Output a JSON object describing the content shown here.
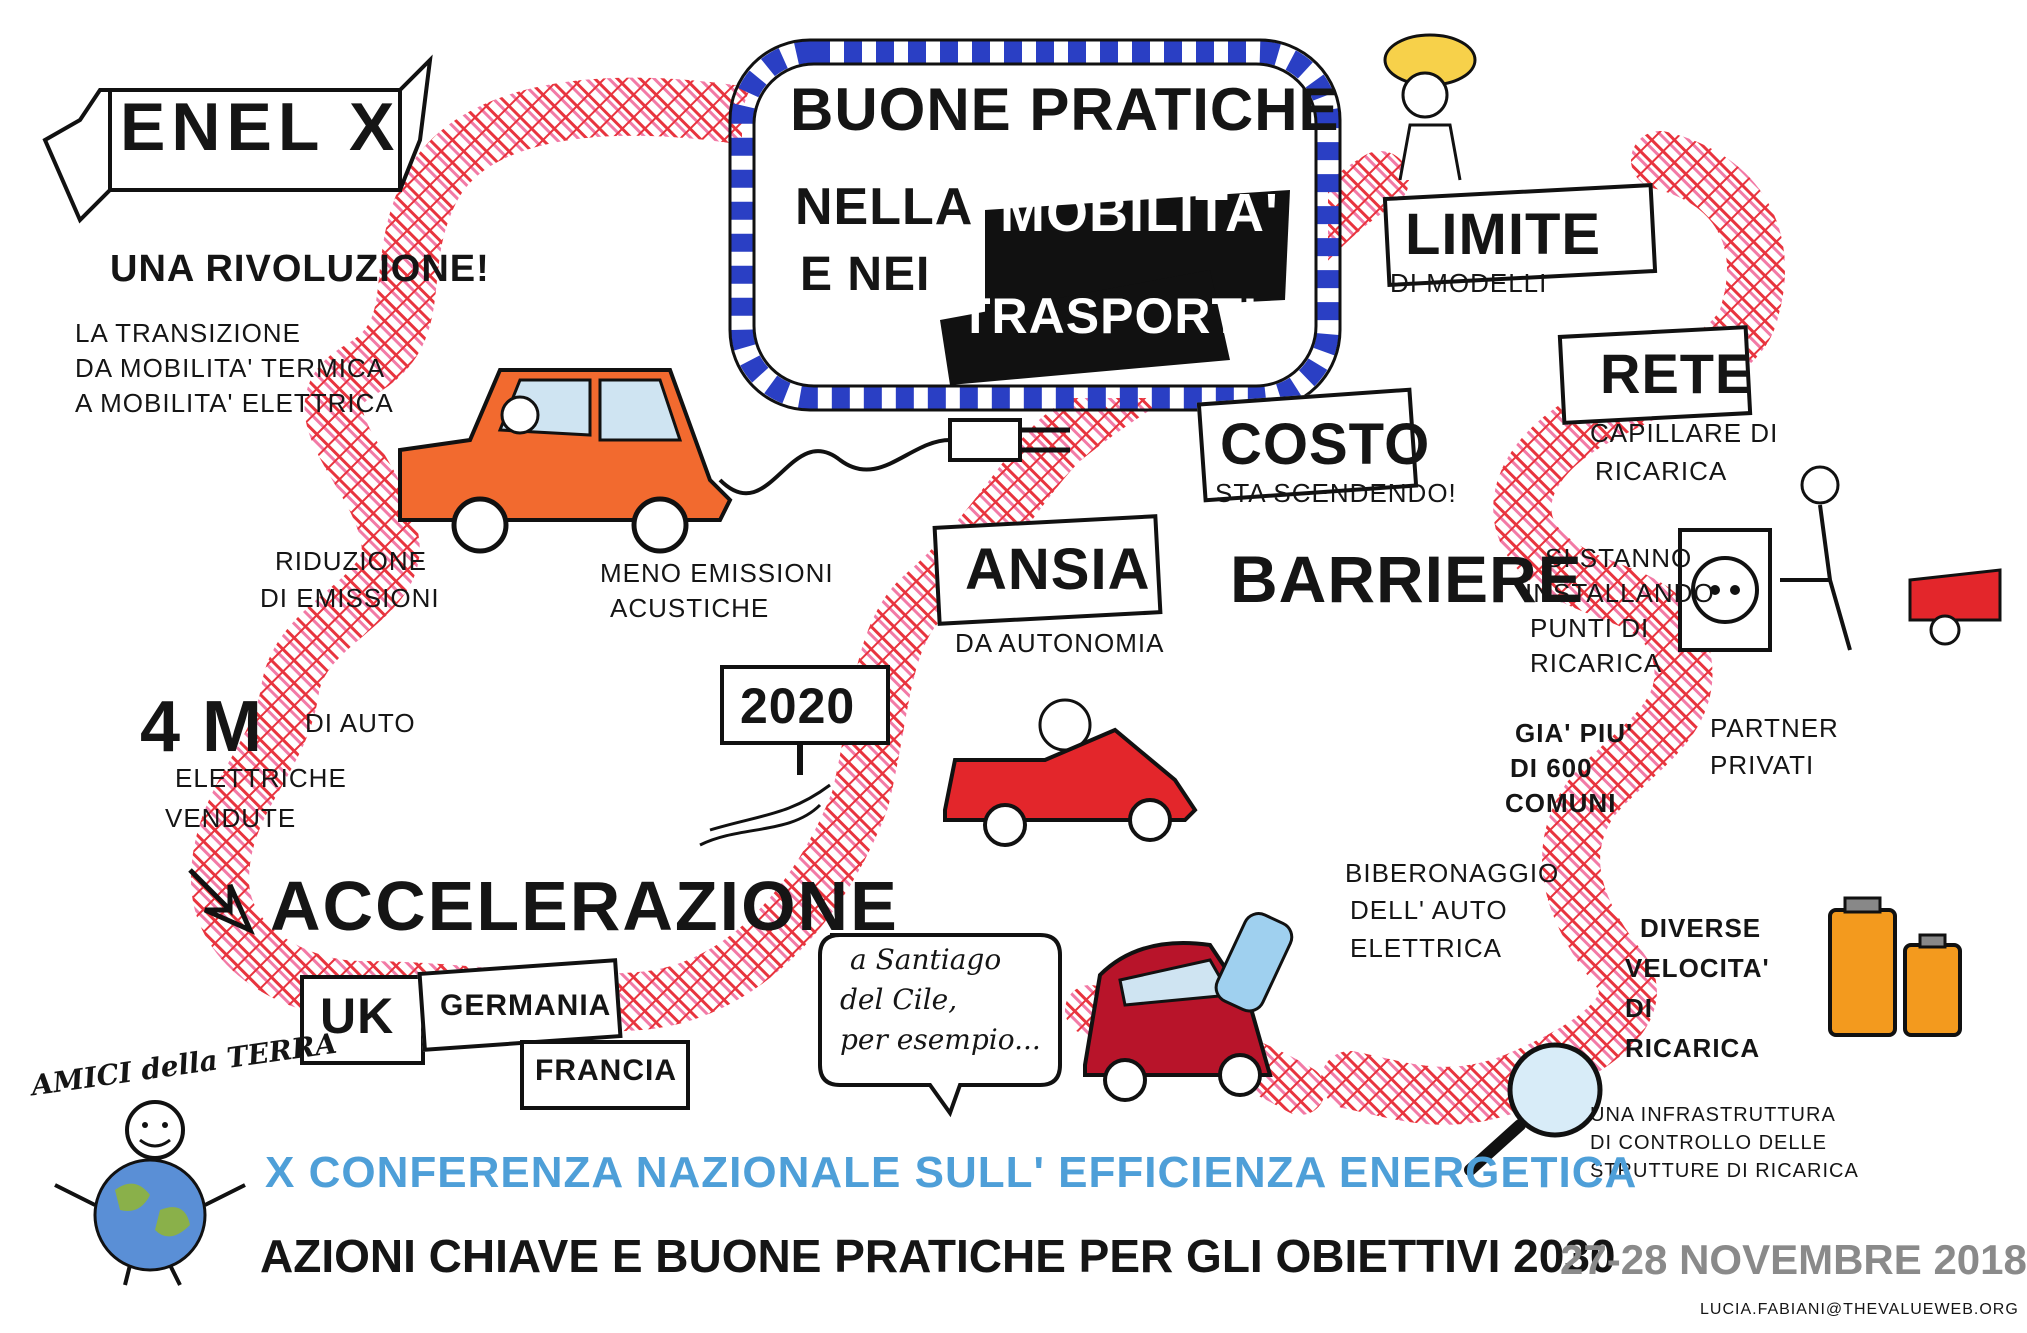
{
  "title": {
    "line1": "BUONE PRATICHE",
    "line2": "NELLA",
    "mobilita": "MOBILITA'",
    "line3": "E NEI",
    "trasporti": "TRASPORTI"
  },
  "enel": "ENEL X",
  "rivoluzione": "UNA RIVOLUZIONE!",
  "transizione": [
    "LA TRANSIZIONE",
    "DA MOBILITA' TERMICA",
    "A MOBILITA' ELETTRICA"
  ],
  "riduzione": [
    "RIDUZIONE",
    "DI EMISSIONI"
  ],
  "meno_emissioni": [
    "MENO EMISSIONI",
    "ACUSTICHE"
  ],
  "quattro_m": "4 M",
  "auto_vendute": [
    "DI AUTO",
    "ELETTRICHE",
    "VENDUTE"
  ],
  "accelerazione": "ACCELERAZIONE",
  "year_sign": "2020",
  "countries": [
    "UK",
    "GERMANIA",
    "FRANCIA"
  ],
  "ansia": "ANSIA",
  "ansia_sub": "DA AUTONOMIA",
  "costo": "COSTO",
  "costo_sub": "STA SCENDENDO!",
  "barriere": "BARRIERE",
  "limite": "LIMITE",
  "limite_sub": "DI MODELLI",
  "rete": "RETE",
  "rete_sub": [
    "CAPILLARE DI",
    "RICARICA"
  ],
  "installando": [
    "SI STANNO",
    "INSTALLANDO",
    "PUNTI DI",
    "RICARICA"
  ],
  "comuni": [
    "GIA' PIU'",
    "DI 600",
    "COMUNI"
  ],
  "partner": [
    "PARTNER",
    "PRIVATI"
  ],
  "santiago": [
    "a Santiago",
    "del Cile,",
    "per esempio..."
  ],
  "biberonaggio": [
    "BIBERONAGGIO",
    "DELL' AUTO",
    "ELETTRICA"
  ],
  "velocita": [
    "DIVERSE",
    "VELOCITA'",
    "DI",
    "RICARICA"
  ],
  "infrastruttura": [
    "UNA INFRASTRUTTURA",
    "DI CONTROLLO DELLE",
    "STRUTTURE DI RICARICA"
  ],
  "amici": "AMICI della TERRA",
  "conferenza": "X CONFERENZA NAZIONALE SULL' EFFICIENZA ENERGETICA",
  "azioni": "AZIONI CHIAVE E BUONE PRATICHE PER GLI OBIETTIVI 2030",
  "date": "27-28 NOVEMBRE 2018",
  "credit": "LUCIA.FABIANI@THEVALUEWEB.ORG",
  "colors": {
    "ink": "#151515",
    "road_red": "#e8343e",
    "road_pink": "#f27aa6",
    "frame_blue": "#2a3fc4",
    "car_orange": "#f26a2f",
    "car_red": "#e3262b",
    "car_dark_red": "#b8142a",
    "accent_blue": "#4e9fd8",
    "date_grey": "#8a8a8a",
    "battery_orange": "#f39a1e"
  }
}
